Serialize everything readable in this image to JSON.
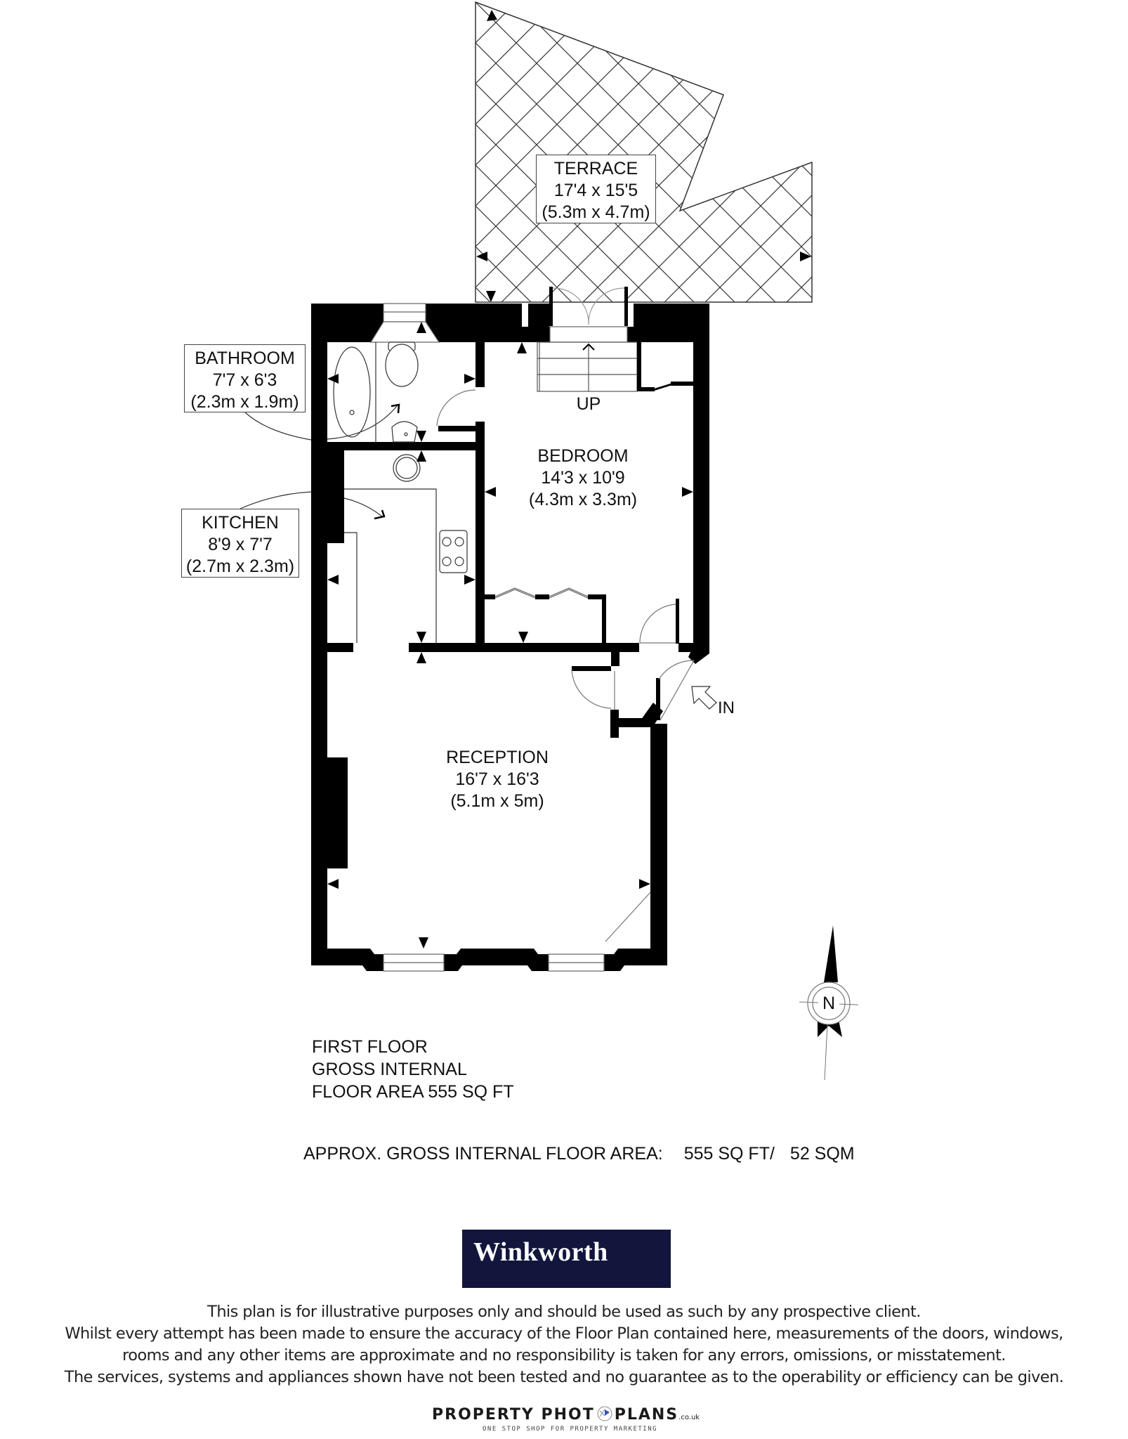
{
  "plan": {
    "floor_name": "FIRST FLOOR",
    "rooms": [
      {
        "name": "TERRACE",
        "imperial": "17'4 x 15'5",
        "metric": "(5.3m x 4.7m)"
      },
      {
        "name": "BATHROOM",
        "imperial": "7'7 x 6'3",
        "metric": "(2.3m x 1.9m)"
      },
      {
        "name": "KITCHEN",
        "imperial": "8'9 x 7'7",
        "metric": "(2.7m x 2.3m)"
      },
      {
        "name": "BEDROOM",
        "imperial": "14'3 x 10'9",
        "metric": "(4.3m x 3.3m)"
      },
      {
        "name": "RECEPTION",
        "imperial": "16'7 x 16'3",
        "metric": "(5.1m x 5m)"
      }
    ],
    "stairs_label": "UP",
    "entrance_label": "IN",
    "compass_label": "N",
    "icons": [
      "north-arrow-icon",
      "entrance-arrow-icon",
      "stairs-arrow-icon",
      "bath-icon",
      "toilet-icon",
      "basin-icon",
      "hob-icon",
      "door-swing-icon",
      "window-icon"
    ]
  },
  "summary": {
    "line1": "FIRST FLOOR",
    "line2": "GROSS INTERNAL",
    "line3": "FLOOR AREA 555 SQ FT"
  },
  "approx_area": {
    "label": "APPROX. GROSS INTERNAL FLOOR AREA:",
    "sqft": "555 SQ FT/",
    "sqm": "52 SQM"
  },
  "brand": {
    "agent_name": "Winkworth",
    "agent_color": "#12163d"
  },
  "disclaimer": [
    "This plan is for illustrative purposes only and should be used as such by any prospective client.",
    "Whilst every attempt has been made to ensure the accuracy of the Floor Plan contained here, measurements of the doors, windows,",
    "rooms and any other items are approximate and no responsibility is taken for any errors, omissions, or misstatement.",
    "The services, systems and appliances shown have not been tested and no guarantee as to the operability or efficiency can be given."
  ],
  "footer_logo": {
    "text_left": "PROPERTY PHOT",
    "text_right": "PLANS",
    "domain": ".co.uk",
    "tagline": "ONE STOP SHOP FOR PROPERTY MARKETING",
    "accent": "#2d4fd6"
  }
}
